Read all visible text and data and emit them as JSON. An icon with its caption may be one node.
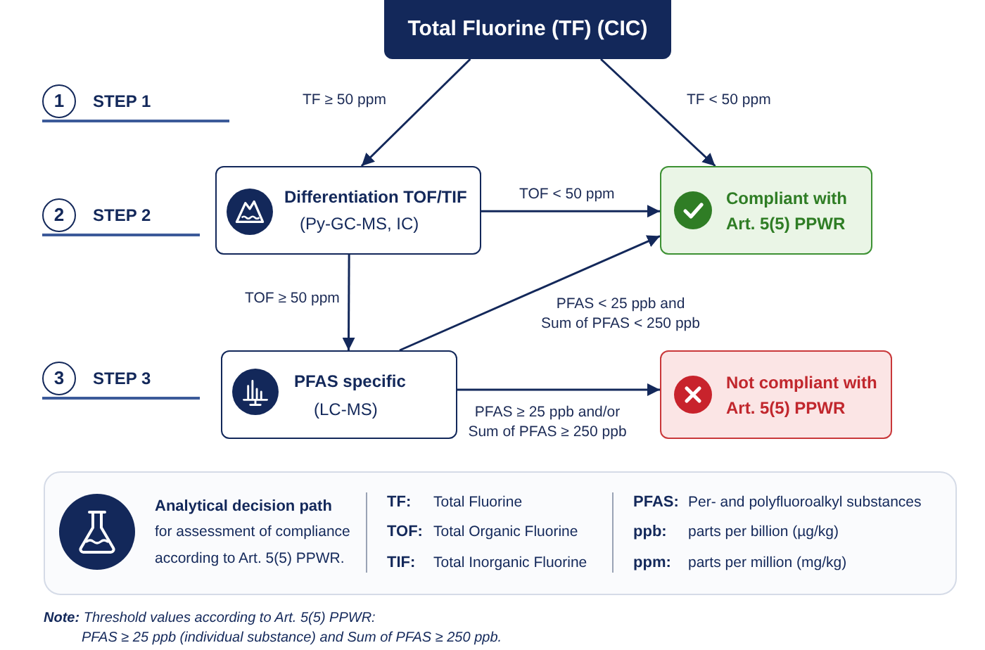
{
  "diagram": {
    "nodes": [
      {
        "text": [
          "Total Fluorine (TF) (CIC)"
        ]
      },
      {
        "text": [
          "1"
        ],
        "beside": [
          "STEP 1"
        ]
      },
      {
        "text": [
          "2"
        ],
        "beside": [
          "STEP 2"
        ]
      },
      {
        "text": [
          "Differentiation TOF/TIF",
          "(Py-GC-MS, IC)"
        ]
      },
      {
        "text": [
          "Compliant with Art. 5(5) PPWR"
        ]
      },
      {
        "text": [
          "3"
        ],
        "beside": [
          "STEP 3"
        ]
      },
      {
        "text": [
          "PFAS specific",
          "(LC-MS)"
        ]
      },
      {
        "text": [
          "Not compliant with Art. 5(5) PPWR"
        ]
      },
      {
        "text": [
          "Analytical decision path",
          "for assessment of compliance according to Art. 5(5) PPWR.",
          "TF:",
          "Total Fluorine",
          "TOF:",
          "Total Organic Fluorine",
          "TIF:",
          "Total Inorganic Fluorine",
          "PFAS:",
          "Per- and polyfluoroalkyl substances",
          "ppb:",
          "parts per billion (µg/kg)",
          "ppm:",
          "parts per million (mg/kg)"
        ]
      }
    ],
    "edges": [
      {
        "from": 0,
        "to": 3,
        "arrow": "to",
        "label": "TF ≥ 50 ppm"
      },
      {
        "from": 0,
        "to": 4,
        "arrow": "to",
        "label": "TF < 50 ppm"
      },
      {
        "from": 3,
        "to": 4,
        "arrow": "to",
        "label": "TOF < 50 ppm"
      },
      {
        "from": 3,
        "to": 6,
        "arrow": "to",
        "label": "TOF ≥ 50 ppm"
      },
      {
        "from": 6,
        "to": 4,
        "arrow": "to",
        "label": "PFAS < 25 ppb and Sum of PFAS < 250 ppb"
      },
      {
        "from": 6,
        "to": 7,
        "arrow": "to",
        "label": "PFAS ≥ 25 ppb and/or Sum of PFAS ≥ 250 ppb"
      }
    ],
    "labels": [
      "**Note:** Threshold values according to Art. 5(5) PPWR:",
      "PFAS ≥ 25 ppb (individual substance) and Sum of PFAS ≥ 250 ppb."
    ]
  }
}
